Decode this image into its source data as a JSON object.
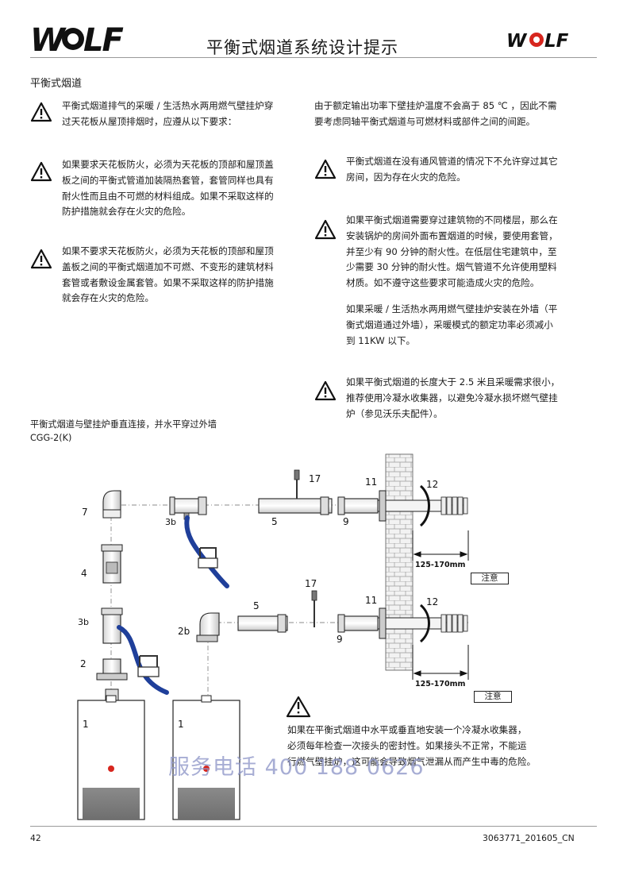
{
  "header": {
    "title": "平衡式烟道系统设计提示",
    "logo_text": "WOLF"
  },
  "section_title": "平衡式烟道",
  "left_column": [
    {
      "warning": true,
      "lines": [
        "平衡式烟道排气的采暖 / 生活热水两用燃气壁挂炉穿",
        "过天花板从屋顶排烟时，应遵从以下要求："
      ]
    },
    {
      "warning": true,
      "lines": [
        "如果要求天花板防火，必须为天花板的顶部和屋顶盖",
        "板之间的平衡式管道加装隔热套管，套管同样也具有",
        "耐火性而且由不可燃的材料组成。如果不采取这样的",
        "防护措施就会存在火灾的危险。"
      ]
    },
    {
      "warning": true,
      "lines": [
        "如果不要求天花板防火，必须为天花板的顶部和屋顶",
        "盖板之间的平衡式烟道加不可燃、不变形的建筑材料",
        "套管或者敷设金属套管。如果不采取这样的防护措施",
        "就会存在火灾的危险。"
      ]
    }
  ],
  "right_column": [
    {
      "warning": false,
      "lines": [
        "由于额定输出功率下壁挂炉温度不会高于 85 ℃ ，因此不需",
        "要考虑同轴平衡式烟道与可燃材料或部件之间的间距。"
      ]
    },
    {
      "warning": true,
      "lines": [
        "平衡式烟道在没有通风管道的情况下不允许穿过其它",
        "房间，因为存在火灾的危险。"
      ]
    },
    {
      "warning": true,
      "lines": [
        "如果平衡式烟道需要穿过建筑物的不同楼层，那么在",
        "安装锅炉的房间外面布置烟道的时候，要使用套管，",
        "并至少有 90 分钟的耐火性。在低层住宅建筑中，至",
        "少需要 30 分钟的耐火性。烟气管道不允许使用塑料",
        "材质。如不遵守这些要求可能造成火灾的危险。"
      ]
    },
    {
      "warning": false,
      "lines": [
        "如果采暖 / 生活热水两用燃气壁挂炉安装在外墙（平",
        "衡式烟道通过外墙），采暖模式的额定功率必须减小",
        "到 11KW 以下。"
      ]
    },
    {
      "warning": true,
      "lines": [
        "如果平衡式烟道的长度大于 2.5 米且采暖需求很小，",
        "推荐使用冷凝水收集器，以避免冷凝水损坏燃气壁挂",
        "炉（参见沃乐夫配件）。"
      ]
    }
  ],
  "figure": {
    "caption_lines": [
      "平衡式烟道与壁挂炉垂直连接，并水平穿过外墙",
      "CGG-2(K)"
    ],
    "labels": [
      "7",
      "4",
      "3b",
      "2",
      "1",
      "3b",
      "5",
      "17",
      "9",
      "11",
      "12",
      "2b",
      "5",
      "17",
      "9",
      "11",
      "12",
      "1"
    ],
    "dimension": "125-170mm",
    "note_label": "注意",
    "bottom_warning_lines": [
      "如果在平衡式烟道中水平或垂直地安装一个冷凝水收集器，",
      "必须每年检查一次接头的密封性。如果接头不正常，不能运",
      "行燃气壁挂炉，这可能会导致烟气泄漏从而产生中毒的危险。"
    ]
  },
  "watermark": "服务电话 400 188 0626",
  "footer": {
    "page_number": "42",
    "doc_code": "3063771_201605_CN"
  },
  "colors": {
    "brand_red": "#d7261e",
    "hose_blue": "#1f3f9a",
    "watermark": "#8f97c8"
  }
}
